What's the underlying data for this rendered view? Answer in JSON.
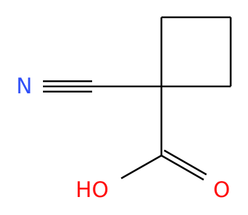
{
  "molecule": {
    "atoms": {
      "nitrogen": {
        "label": "N",
        "color": "#3050F8"
      },
      "hydroxyl": {
        "label": "HO",
        "color": "#FF0D0D"
      },
      "carbonyl_oxygen": {
        "label": "O",
        "color": "#FF0D0D"
      }
    },
    "bond_color": "#000000"
  }
}
